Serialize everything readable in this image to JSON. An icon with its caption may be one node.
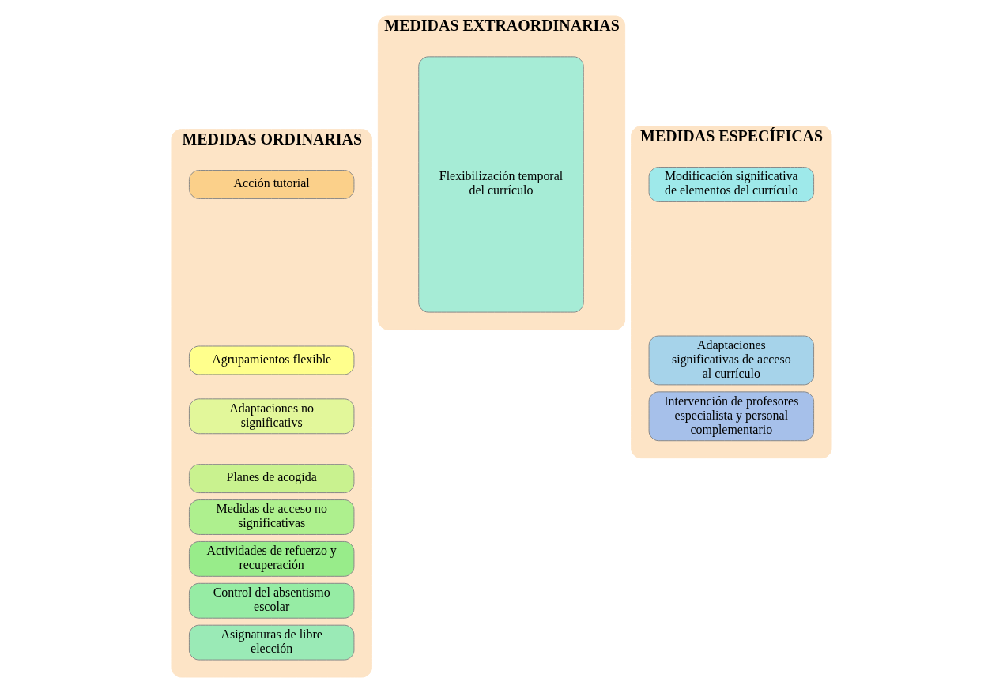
{
  "diagram": {
    "nodes": [
      {
        "text": [
          "MEDIDAS ORDINARIAS"
        ]
      },
      {
        "text": [
          "Acción tutorial"
        ],
        "in": 0
      },
      {
        "text": [
          "Agrupamientos flexible"
        ],
        "in": 0
      },
      {
        "text": [
          "Adaptaciones no significativs"
        ],
        "in": 0
      },
      {
        "text": [
          "Planes de acogida"
        ],
        "in": 0
      },
      {
        "text": [
          "Medidas de acceso no significativas"
        ],
        "in": 0
      },
      {
        "text": [
          "Actividades de refuerzo y recuperación"
        ],
        "in": 0
      },
      {
        "text": [
          "Control del absentismo escolar"
        ],
        "in": 0
      },
      {
        "text": [
          "Asignaturas de libre elección"
        ],
        "in": 0
      },
      {
        "text": [
          "MEDIDAS EXTRAORDINARIAS"
        ]
      },
      {
        "text": [
          "Flexibilización temporal del currículo"
        ],
        "in": 9
      },
      {
        "text": [
          "MEDIDAS ESPECÍFICAS"
        ]
      },
      {
        "text": [
          "Modificación significativa de elementos del currículo"
        ],
        "in": 11
      },
      {
        "text": [
          "Adaptaciones significativas de acceso al currículo"
        ],
        "in": 11
      },
      {
        "text": [
          "Intervención de profesores especialista y personal complementario"
        ],
        "in": 11
      }
    ],
    "edges": []
  }
}
